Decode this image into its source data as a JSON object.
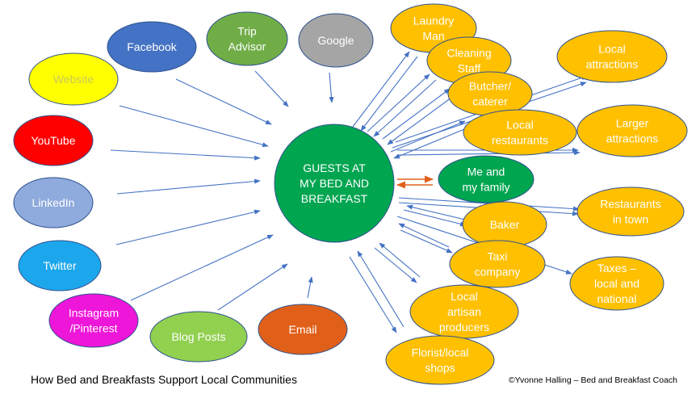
{
  "center": {
    "label": "GUESTS AT MY BED AND BREAKFAST",
    "lines": [
      "GUESTS AT",
      "MY BED AND",
      "BREAKFAST"
    ],
    "color": "#00a550"
  },
  "nodes": [
    {
      "id": "facebook",
      "lines": [
        "Facebook"
      ],
      "color": "#4472c4",
      "text_color": "#ffffff",
      "direction": "in"
    },
    {
      "id": "trip-advisor",
      "lines": [
        "Trip",
        "Advisor"
      ],
      "color": "#70ad47",
      "text_color": "#ffffff",
      "direction": "in"
    },
    {
      "id": "google",
      "lines": [
        "Google"
      ],
      "color": "#a5a5a5",
      "text_color": "#ffffff",
      "direction": "in"
    },
    {
      "id": "website",
      "lines": [
        "Website"
      ],
      "color": "#ffff00",
      "text_color": "#c9c95a",
      "direction": "in"
    },
    {
      "id": "youtube",
      "lines": [
        "YouTube"
      ],
      "color": "#ff0000",
      "text_color": "#ffffff",
      "direction": "in"
    },
    {
      "id": "linkedin",
      "lines": [
        "LinkedIn"
      ],
      "color": "#8faadc",
      "text_color": "#ffffff",
      "direction": "in"
    },
    {
      "id": "twitter",
      "lines": [
        "Twitter"
      ],
      "color": "#1ca7ec",
      "text_color": "#ffffff",
      "direction": "in"
    },
    {
      "id": "instagram-pinterest",
      "lines": [
        "Instagram",
        "/Pinterest"
      ],
      "color": "#ee16d8",
      "text_color": "#ffffff",
      "direction": "in"
    },
    {
      "id": "blog-posts",
      "lines": [
        "Blog Posts"
      ],
      "color": "#92d050",
      "text_color": "#ffffff",
      "direction": "in"
    },
    {
      "id": "email",
      "lines": [
        "Email"
      ],
      "color": "#e0601a",
      "text_color": "#ffffff",
      "direction": "in"
    },
    {
      "id": "laundry-man",
      "lines": [
        "Laundry",
        "Man"
      ],
      "color": "#ffc000",
      "text_color": "#ffffff",
      "direction": "both"
    },
    {
      "id": "cleaning-staff",
      "lines": [
        "Cleaning",
        "Staff"
      ],
      "color": "#ffc000",
      "text_color": "#ffffff",
      "direction": "both"
    },
    {
      "id": "butcher-caterer",
      "lines": [
        "Butcher/",
        "caterer"
      ],
      "color": "#ffc000",
      "text_color": "#ffffff",
      "direction": "both"
    },
    {
      "id": "local-restaurants",
      "lines": [
        "Local",
        "restaurants"
      ],
      "color": "#ffc000",
      "text_color": "#ffffff",
      "direction": "both"
    },
    {
      "id": "local-attractions",
      "lines": [
        "Local",
        "attractions"
      ],
      "color": "#ffc000",
      "text_color": "#ffffff",
      "direction": "out"
    },
    {
      "id": "larger-attractions",
      "lines": [
        "Larger",
        "attractions"
      ],
      "color": "#ffc000",
      "text_color": "#ffffff",
      "direction": "out"
    },
    {
      "id": "me-and-my-family",
      "lines": [
        "Me and",
        "my family"
      ],
      "color": "#00a550",
      "text_color": "#ffffff",
      "direction": "both"
    },
    {
      "id": "restaurants-in-town",
      "lines": [
        "Restaurants",
        "in town"
      ],
      "color": "#ffc000",
      "text_color": "#ffffff",
      "direction": "out"
    },
    {
      "id": "baker",
      "lines": [
        "Baker"
      ],
      "color": "#ffc000",
      "text_color": "#ffffff",
      "direction": "both"
    },
    {
      "id": "taxi-company",
      "lines": [
        "Taxi",
        "company"
      ],
      "color": "#ffc000",
      "text_color": "#ffffff",
      "direction": "both"
    },
    {
      "id": "taxes",
      "lines": [
        "Taxes –",
        "local and",
        "national"
      ],
      "color": "#ffc000",
      "text_color": "#ffffff",
      "direction": "out"
    },
    {
      "id": "local-artisan-producers",
      "lines": [
        "Local",
        "artisan",
        "producers"
      ],
      "color": "#ffc000",
      "text_color": "#ffffff",
      "direction": "both"
    },
    {
      "id": "florist-local-shops",
      "lines": [
        "Florist/local",
        "shops"
      ],
      "color": "#ffc000",
      "text_color": "#ffffff",
      "direction": "both"
    }
  ],
  "footer": {
    "caption": "How Bed and Breakfasts Support Local Communities",
    "credit": "©Yvonne Halling – Bed and Breakfast Coach"
  },
  "colors": {
    "arrow": "#4472c4",
    "family_arrow": "#e0601a"
  }
}
